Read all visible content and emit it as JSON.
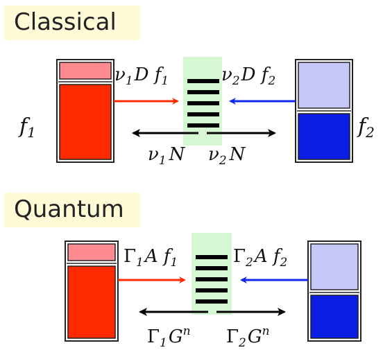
{
  "sections": {
    "classical": {
      "heading": "Classical",
      "left_label": "f",
      "left_label_sub": "1",
      "right_label": "f",
      "right_label_sub": "2",
      "top_left": {
        "a": "ν",
        "a_sub": "1",
        "b": "D f",
        "b_sub": "1"
      },
      "top_right": {
        "a": "ν",
        "a_sub": "2",
        "b": "D f",
        "b_sub": "2"
      },
      "bottom_left": {
        "a": "ν",
        "a_sub": "1",
        "b": "N"
      },
      "bottom_right": {
        "a": "ν",
        "a_sub": "2",
        "b": "N"
      }
    },
    "quantum": {
      "heading": "Quantum",
      "top_left": {
        "a": "Γ",
        "a_sub": "1",
        "b": "A f",
        "b_sub": "1"
      },
      "top_right": {
        "a": "Γ",
        "a_sub": "2",
        "b": "A f",
        "b_sub": "2"
      },
      "bottom_left": {
        "a": "Γ",
        "a_sub": "1",
        "b": "G",
        "b_sup": "n"
      },
      "bottom_right": {
        "a": "Γ",
        "a_sub": "2",
        "b": "G",
        "b_sup": "n"
      }
    }
  },
  "colors": {
    "heading_bg": "#fffbd6",
    "left_fill": "#ff2a00",
    "left_empty": "#ff8a90",
    "right_fill": "#0a1ee6",
    "right_empty": "#c6c8f8",
    "channel_bg": "#d6f7d4",
    "arrow_left": "#ff2a00",
    "arrow_right": "#1028e8",
    "arrow_bottom": "#000000"
  }
}
